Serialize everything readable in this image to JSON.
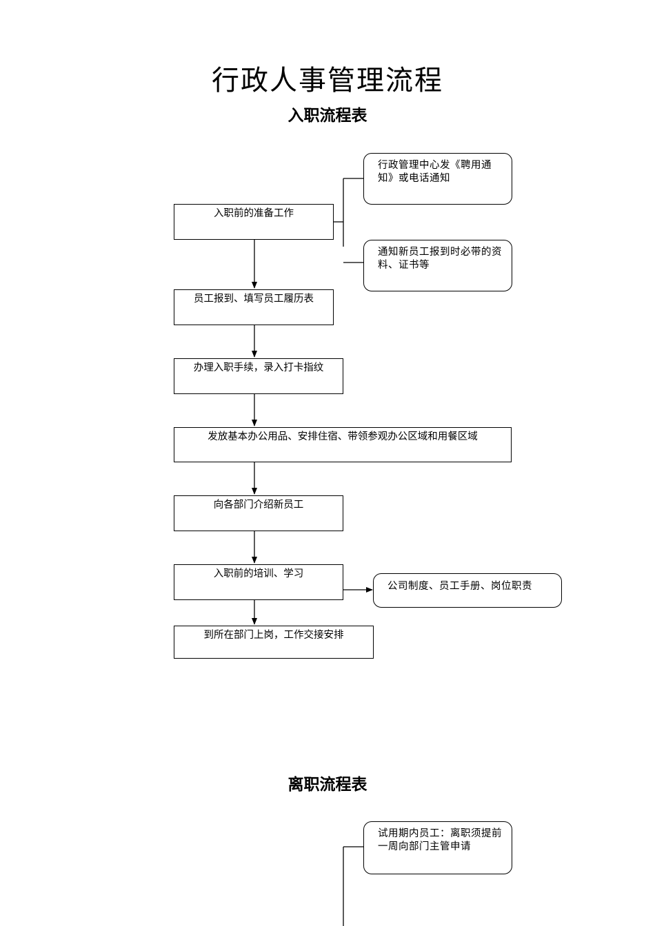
{
  "title": "行政人事管理流程",
  "onboarding": {
    "heading": "入职流程表",
    "steps": [
      "入职前的准备工作",
      "员工报到、填写员工履历表",
      "办理入职手续，录入打卡指纹",
      "发放基本办公用品、安排住宿、带领参观办公区域和用餐区域",
      "向各部门介绍新员工",
      "入职前的培训、学习",
      "到所在部门上岗，工作交接安排"
    ],
    "notes": [
      "行政管理中心发《聘用通知》或电话通知",
      "通知新员工报到时必带的资料、证书等",
      "公司制度、员工手册、岗位职责"
    ]
  },
  "offboarding": {
    "heading": "离职流程表",
    "notes": [
      "试用期内员工：离职须提前一周向部门主管申请"
    ]
  }
}
